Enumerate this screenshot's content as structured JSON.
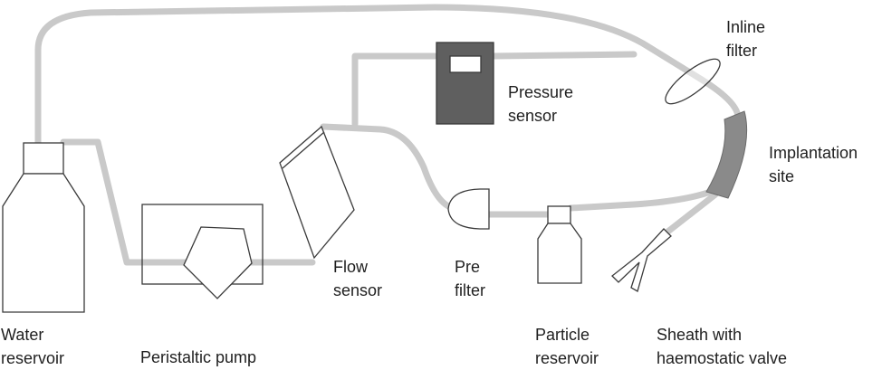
{
  "labels": {
    "inline_filter": [
      "Inline",
      "filter"
    ],
    "pressure_sensor": [
      "Pressure",
      "sensor"
    ],
    "implantation_site": [
      "Implantation",
      "site"
    ],
    "flow_sensor": [
      "Flow",
      "sensor"
    ],
    "pre_filter": [
      "Pre",
      "filter"
    ],
    "water_reservoir": [
      "Water",
      "reservoir"
    ],
    "peristaltic_pump": [
      "Peristaltic pump"
    ],
    "particle_reservoir": [
      "Particle",
      "reservoir"
    ],
    "sheath": [
      "Sheath with",
      "haemostatic valve"
    ]
  },
  "colors": {
    "tubing": "#c9c9c9",
    "outline": "#3a3a3a",
    "pressure_sensor_fill": "#5f5f5f",
    "implantation_site_fill": "#8a8a8a",
    "text": "#1f1f1f"
  }
}
